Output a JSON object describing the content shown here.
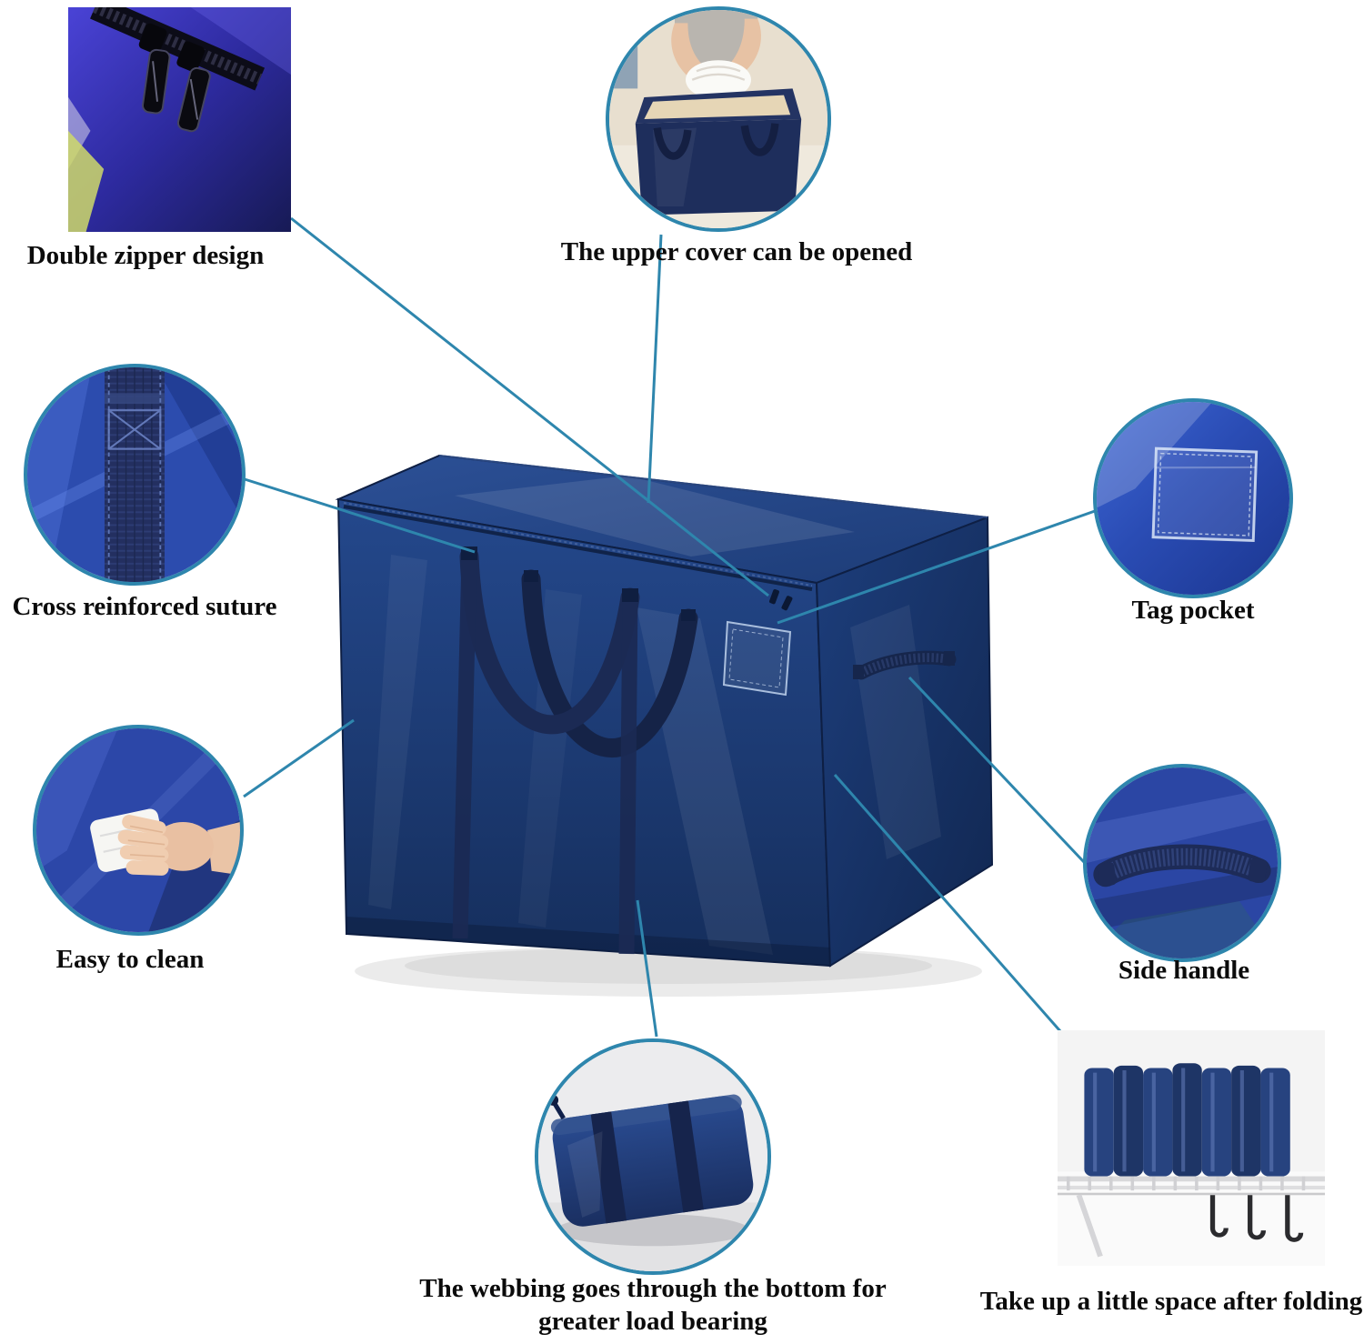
{
  "colors": {
    "accent": "#2e86ad",
    "bag_navy": "#1e3a6e",
    "strap_navy": "#1b2a54",
    "background": "#ffffff",
    "label_text": "#0b0b0b"
  },
  "features": {
    "double_zipper": {
      "label": "Double zipper design"
    },
    "upper_cover": {
      "label": "The upper cover can be opened"
    },
    "cross_suture": {
      "label": "Cross reinforced suture"
    },
    "tag_pocket": {
      "label": "Tag pocket"
    },
    "easy_clean": {
      "label": "Easy to clean"
    },
    "side_handle": {
      "label": "Side handle"
    },
    "webbing": {
      "label": "The webbing goes through the bottom for greater load bearing"
    },
    "folding": {
      "label": "Take up a little space after folding"
    }
  }
}
